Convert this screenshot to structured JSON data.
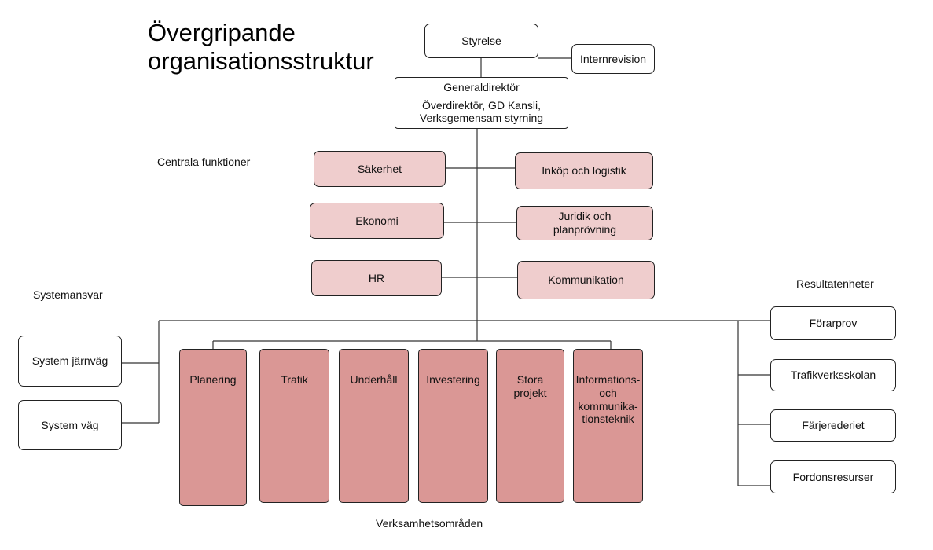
{
  "title_lines": [
    "Övergripande",
    "organisationsstruktur"
  ],
  "top": {
    "board": "Styrelse",
    "audit": "Internrevision",
    "director_general": "Generaldirektör",
    "dg_office_line1": "Överdirektör, GD Kansli,",
    "dg_office_line2": "Verksgemensam styrning"
  },
  "section_labels": {
    "central": "Centrala funktioner",
    "system": "Systemansvar",
    "results": "Resultatenheter",
    "business": "Verksamhetsområden"
  },
  "central_functions": {
    "left": [
      "Säkerhet",
      "Ekonomi",
      "HR"
    ],
    "right": [
      [
        "Inköp och logistik"
      ],
      [
        "Juridik och",
        "planprövning"
      ],
      [
        "Kommunikation"
      ]
    ]
  },
  "system_units": [
    "System järnväg",
    "System väg"
  ],
  "business_areas": [
    [
      "Planering"
    ],
    [
      "Trafik"
    ],
    [
      "Underhåll"
    ],
    [
      "Investering"
    ],
    [
      "Stora",
      "projekt"
    ],
    [
      "Informations-",
      "och",
      "kommunika-",
      "tionsteknik"
    ]
  ],
  "result_units": [
    "Förarprov",
    "Trafikverksskolan",
    "Färjerederiet",
    "Fordonsresurser"
  ],
  "colors": {
    "central_fill": "#efcdcd",
    "business_fill": "#da9795",
    "border": "#222222"
  }
}
